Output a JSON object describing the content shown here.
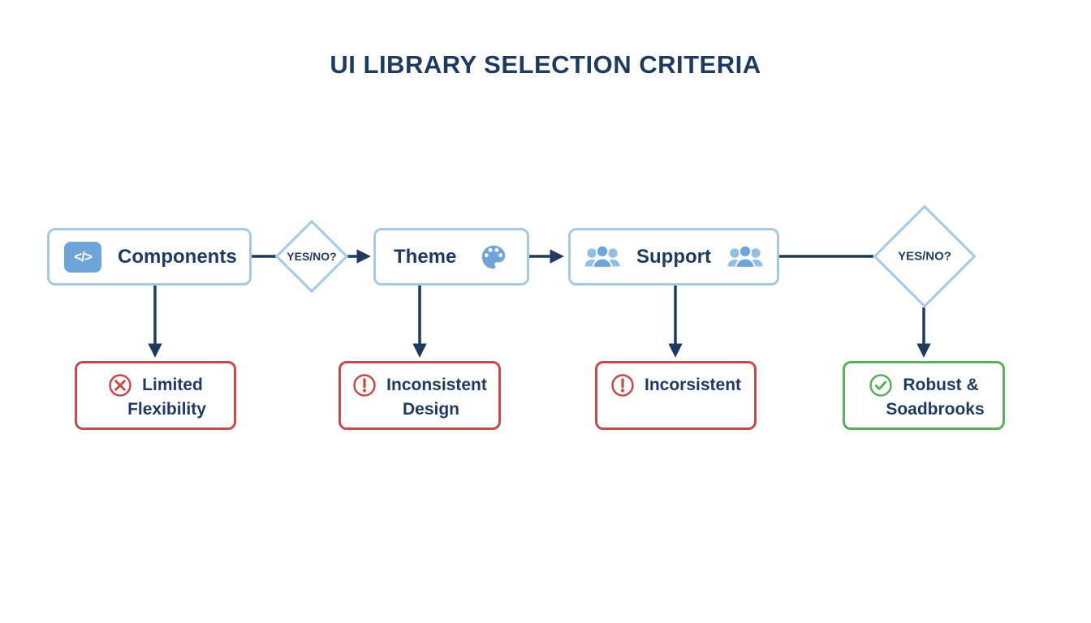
{
  "title": "UI LIBRARY SELECTION CRITERIA",
  "criteria": [
    {
      "label": "Components",
      "icon": "code-icon"
    },
    {
      "label": "Theme",
      "icon": "palette-icon"
    },
    {
      "label": "Support",
      "icon": "users-icon"
    }
  ],
  "decisions": [
    {
      "label": "YES/NO?"
    },
    {
      "label": "YES/NO?"
    }
  ],
  "outcomes": [
    {
      "line1": "Limited",
      "line2": "Flexibility",
      "status": "negative",
      "icon": "x-circle-icon"
    },
    {
      "line1": "Inconsistent",
      "line2": "Design",
      "status": "negative",
      "icon": "exclamation-circle-icon"
    },
    {
      "line1": "Incorsistent",
      "line2": "",
      "status": "negative",
      "icon": "exclamation-circle-icon"
    },
    {
      "line1": "Robust &",
      "line2": "Soadbrooks",
      "status": "positive",
      "icon": "check-circle-icon"
    }
  ],
  "colors": {
    "text_navy": "#1e3a5f",
    "node_border_blue": "#a6c9e6",
    "icon_blue": "#6fa4d8",
    "icon_blue_light": "#93bee6",
    "connector_navy": "#1f3a5c",
    "negative_red": "#c64a4a",
    "positive_green": "#5cad5c"
  }
}
